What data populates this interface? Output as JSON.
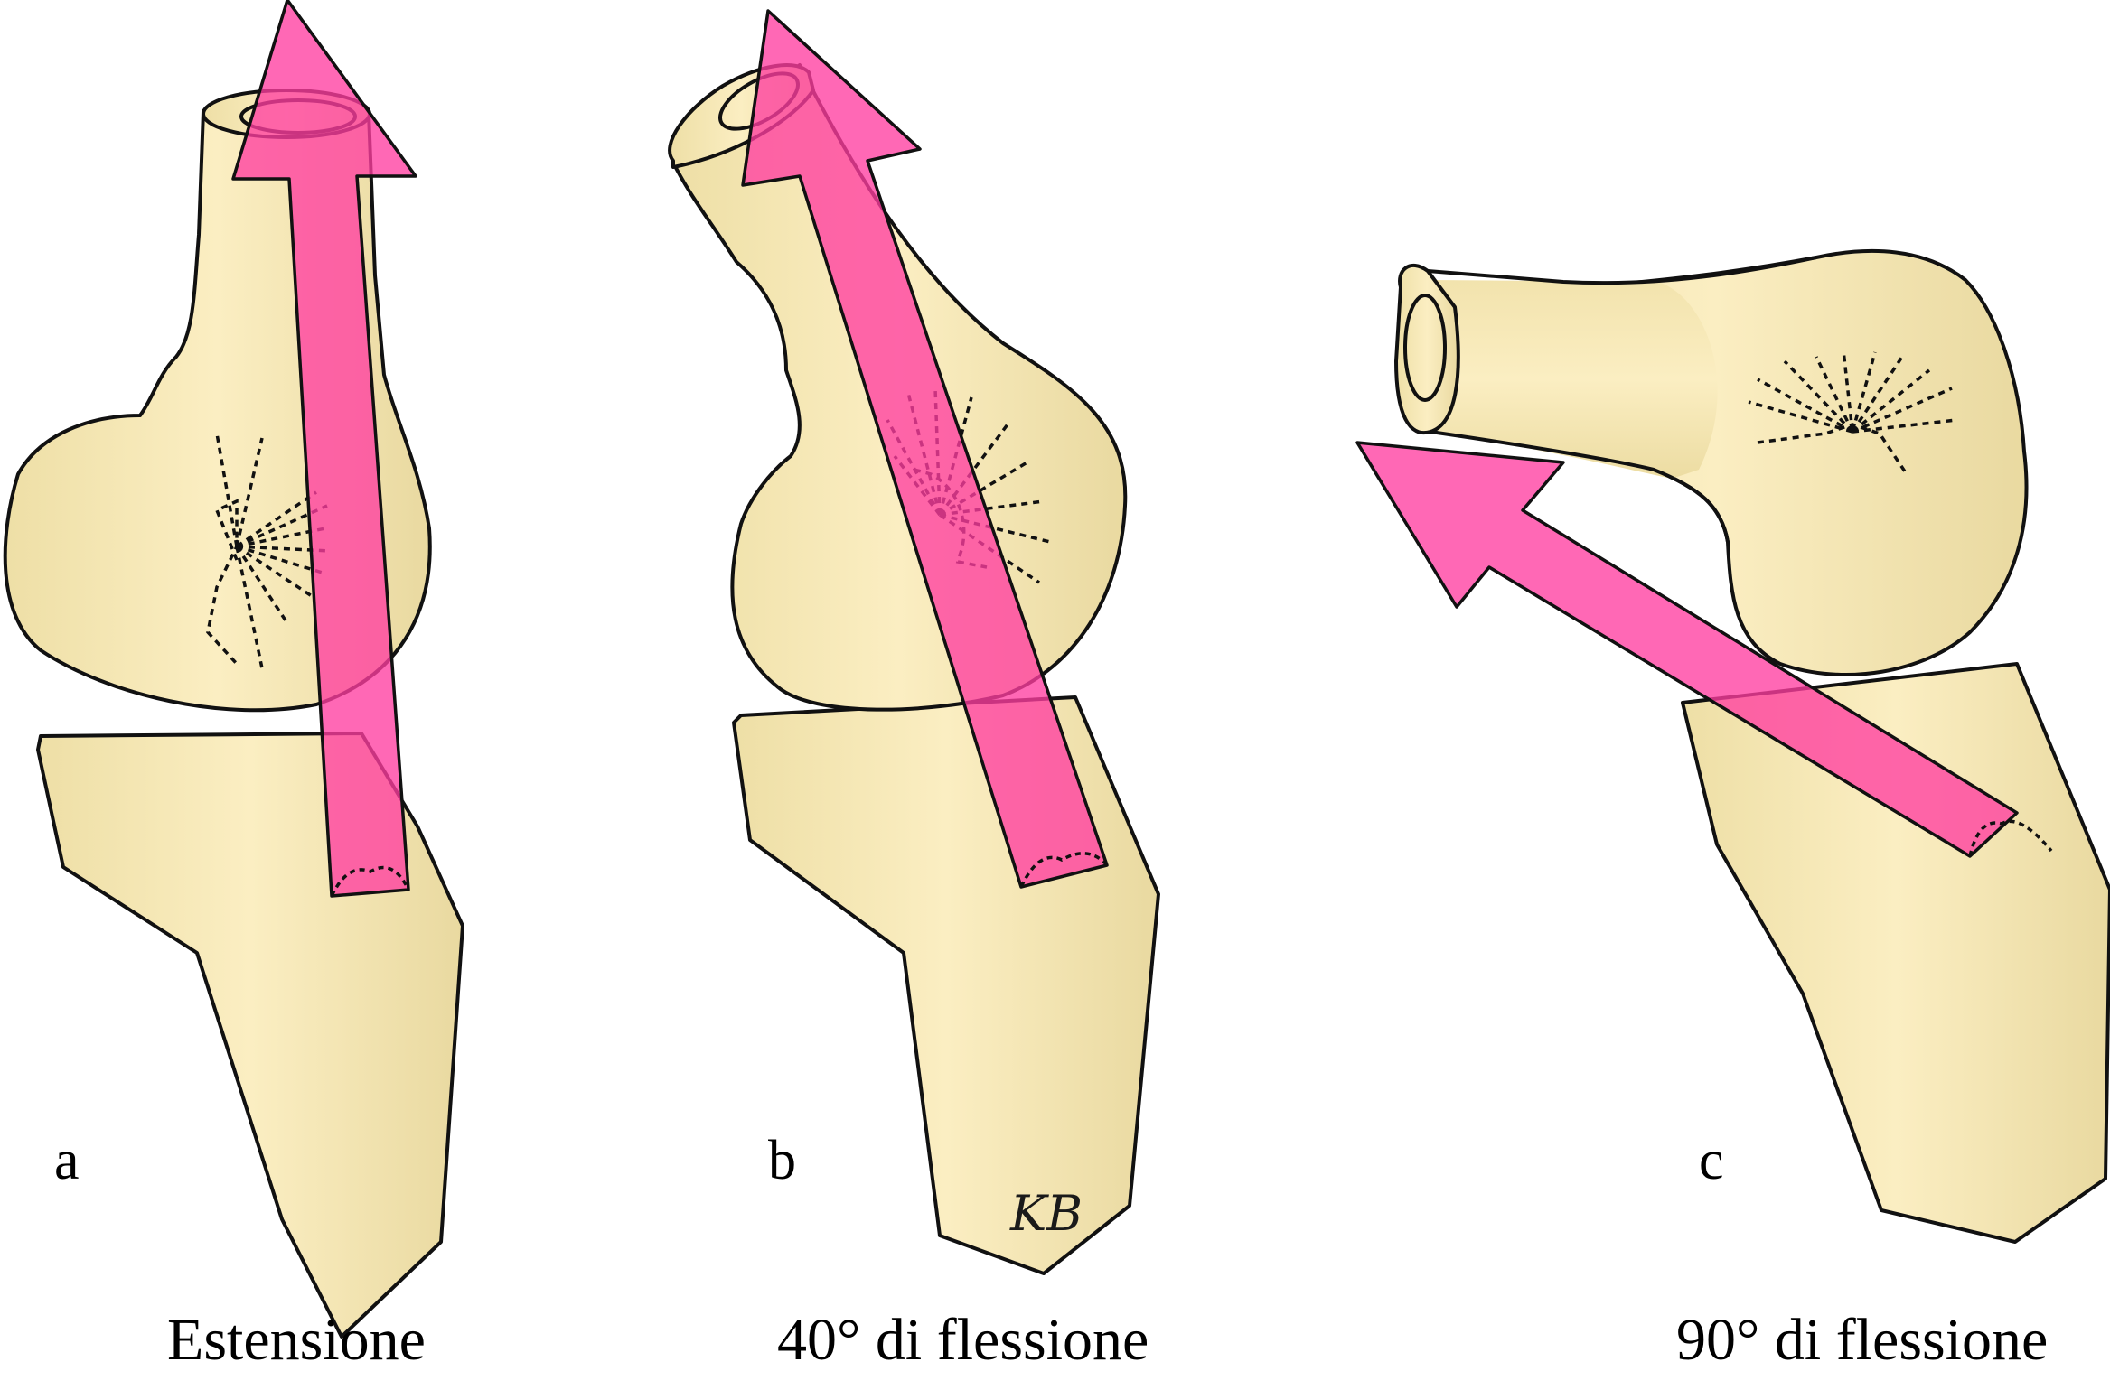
{
  "panels": [
    {
      "letter": "a",
      "caption": "Estensione"
    },
    {
      "letter": "b",
      "caption": "40° di flessione"
    },
    {
      "letter": "c",
      "caption": "90° di flessione"
    }
  ],
  "signature": "KB",
  "colors": {
    "bone_fill": "#f3e4ad",
    "bone_highlight": "#fbf0c4",
    "outline": "#111111",
    "arrow": "#ff3da0",
    "background": "#ffffff"
  }
}
